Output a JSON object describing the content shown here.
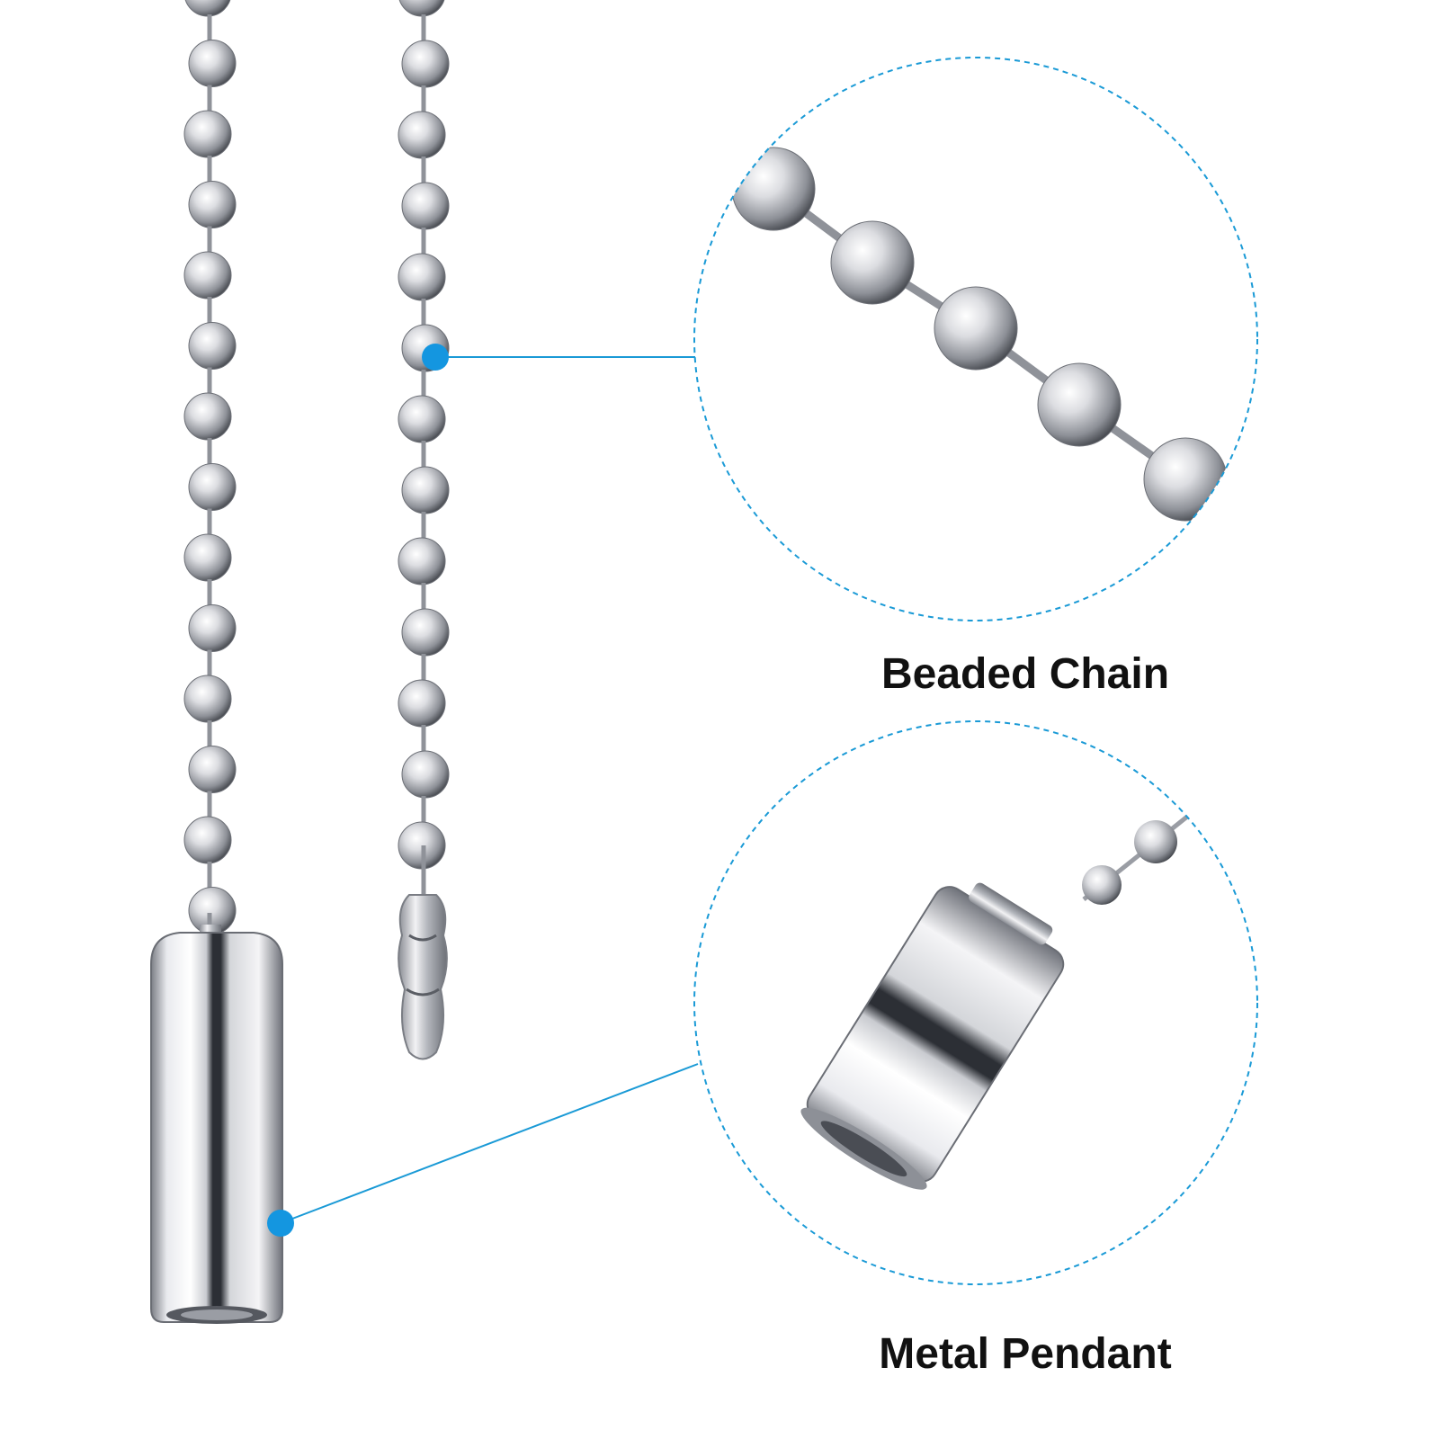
{
  "callouts": [
    {
      "id": "beaded-chain",
      "label": "Beaded Chain"
    },
    {
      "id": "metal-pendant",
      "label": "Metal Pendant"
    }
  ],
  "colors": {
    "background": "#ffffff",
    "callout_line": "#1a9ad6",
    "callout_dot": "#1496e0",
    "metal_light": "#f4f4f6",
    "metal_mid": "#b9bcc2",
    "metal_dark": "#3a3d44",
    "caption_text": "#111111"
  }
}
